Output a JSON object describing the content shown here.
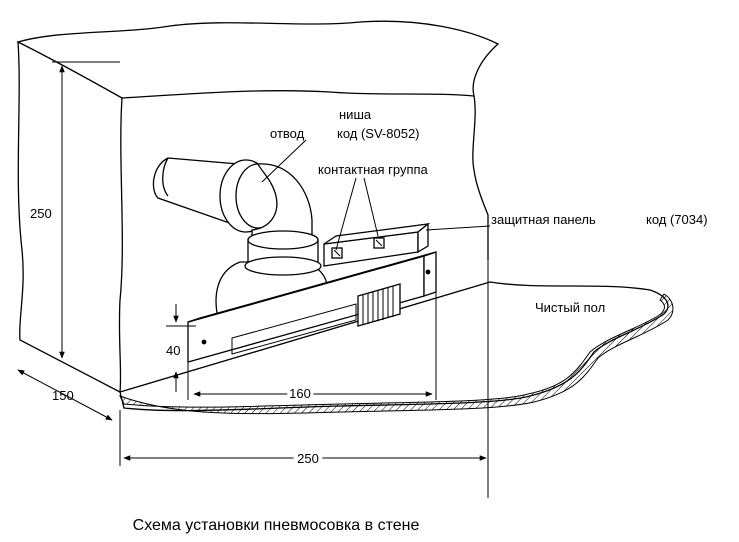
{
  "labels": {
    "niche": "ниша",
    "niche_code": "код (SV-8052)",
    "elbow": "отвод",
    "contact_group": "контактная группа",
    "protective_panel": "защитная панель",
    "panel_code": "код (7034)",
    "clean_floor": "Чистый пол"
  },
  "dimensions": {
    "wall_height": "250",
    "wall_depth": "150",
    "panel_height": "40",
    "panel_width": "160",
    "floor_width": "250"
  },
  "caption": "Схема установки пневмосовка в стене"
}
